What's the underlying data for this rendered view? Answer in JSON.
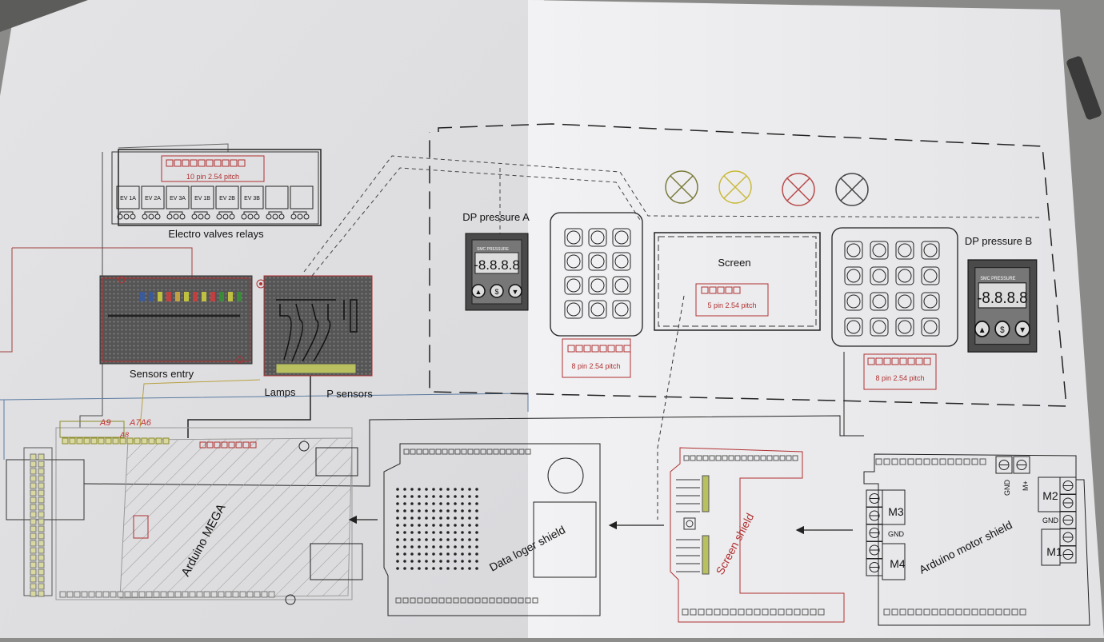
{
  "relays": {
    "connector": "10 pin 2.54 pitch",
    "channels": [
      "EV 1A",
      "EV 2A",
      "EV 3A",
      "EV 1B",
      "EV 2B",
      "EV 3B",
      "",
      ""
    ],
    "title": "Electro valves relays"
  },
  "sensors_entry": {
    "title": "Sensors entry"
  },
  "lamps_board": {
    "lamps_label": "Lamps",
    "p_sensors_label": "P sensors"
  },
  "panel": {
    "dp_a": {
      "title": "DP pressure A",
      "brand": "SMC PRESSURE",
      "digits": "-8.8.8.8"
    },
    "dp_b": {
      "title": "DP pressure B",
      "brand": "SMC PRESSURE",
      "digits": "-8.8.8.8"
    },
    "keypad_a_connector": "8 pin 2.54 pitch",
    "keypad_b_connector": "8 pin 2.54 pitch",
    "screen": {
      "title": "Screen",
      "connector": "5 pin 2.54 pitch"
    },
    "indicator_lamp_colors": [
      "#7a7a3a",
      "#c9b93a",
      "#b84a4a",
      "#444444"
    ]
  },
  "arduino_mega": {
    "title": "Arduino MEGA",
    "handwritten_pins": [
      "A9",
      "A7A6",
      "A8"
    ]
  },
  "data_logger": {
    "title": "Data loger shield"
  },
  "screen_shield": {
    "title": "Screen shield"
  },
  "motor_shield": {
    "title": "Arduino  motor shield",
    "labels": {
      "m1": "M1",
      "m2": "M2",
      "m3": "M3",
      "m4": "M4",
      "gnd_left": "GND",
      "gnd_right": "GND",
      "gnd_top": "GND",
      "mplus": "M+"
    }
  },
  "colors": {
    "paper": "#e9e9ec",
    "ink": "#222222",
    "red": "#b03030",
    "olive": "#8a8a2a",
    "green": "#6a8a3a"
  }
}
